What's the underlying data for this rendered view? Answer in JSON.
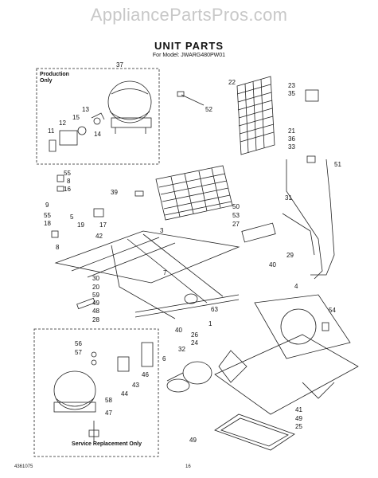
{
  "watermark": "AppliancePartsPros.com",
  "title": "UNIT PARTS",
  "subtitle": "For Model: JWARG480PW01",
  "boxes": {
    "production": "Production Only",
    "service": "Service Replacement Only"
  },
  "callouts": [
    "37",
    "22",
    "23",
    "35",
    "52",
    "13",
    "15",
    "12",
    "11",
    "14",
    "21",
    "36",
    "33",
    "51",
    "55",
    "8",
    "16",
    "39",
    "9",
    "55",
    "18",
    "5",
    "19",
    "17",
    "42",
    "3",
    "50",
    "53",
    "27",
    "31",
    "8",
    "29",
    "40",
    "30",
    "20",
    "59",
    "49",
    "48",
    "7",
    "63",
    "4",
    "54",
    "28",
    "40",
    "26",
    "1",
    "56",
    "57",
    "32",
    "24",
    "6",
    "46",
    "43",
    "44",
    "58",
    "47",
    "41",
    "49",
    "25",
    "49"
  ],
  "footer": {
    "left": "4361075",
    "center": "16"
  }
}
